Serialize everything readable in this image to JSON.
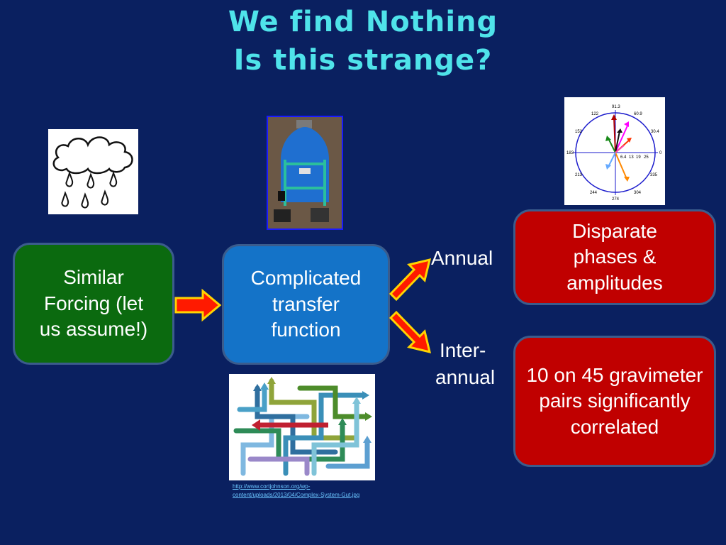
{
  "title": {
    "line1": "We find Nothing",
    "line2": "Is this strange?"
  },
  "boxes": {
    "forcing": "Similar Forcing (let us assume!)",
    "transfer": "Complicated transfer function",
    "phases": "Disparate phases & amplitudes",
    "correlated": "10 on 45 gravimeter pairs significantly correlated"
  },
  "labels": {
    "annual": "Annual",
    "interannual_1": "Inter-",
    "interannual_2": "annual"
  },
  "phase_plot": {
    "top": "91.3",
    "upper_left": "122",
    "upper_right": "60.9",
    "left_high": "152",
    "right_high": "30.4",
    "left": "183",
    "right": "0",
    "left_low": "213",
    "right_low": "335",
    "lower_left": "244",
    "lower_right": "304",
    "bottom": "274",
    "radii": [
      "6.4",
      "13",
      "19",
      "25"
    ]
  },
  "credit_url": "http://www.cortjohnson.org/wp-content/uploads/2013/04/Complex-System-Gut.jpg",
  "colors": {
    "background": "#0a2060",
    "title": "#4fe3ea",
    "green_box": "#0b6a0f",
    "blue_box": "#1473c8",
    "red_box": "#c00000",
    "arrow_fill": "#ff1a00",
    "arrow_outline": "#ffd400"
  }
}
